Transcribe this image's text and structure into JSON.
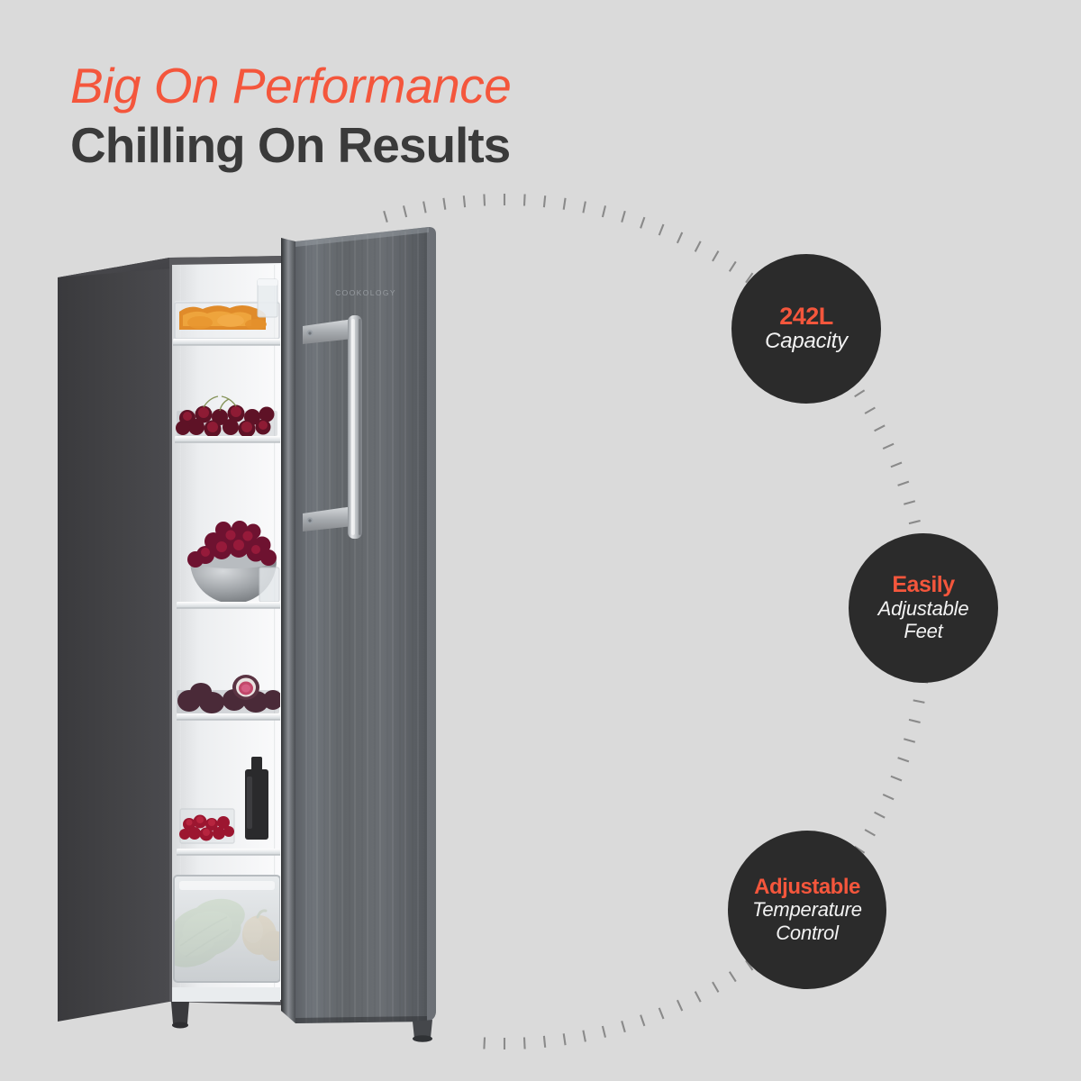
{
  "theme": {
    "background": "#dadada",
    "accent": "#f4563c",
    "headline_dark": "#3a3a3a",
    "badge_fill": "#2b2b2b",
    "badge_text": "#f2f2f2",
    "arc_color": "#8a8a8a"
  },
  "headline": {
    "line1": "Big On Performance",
    "line2": "Chilling On Results"
  },
  "product": {
    "brand_logo": "cookology",
    "type": "tall-larder-fridge",
    "door_finish": "dark-stainless",
    "cabinet_color": "#3c3c3f",
    "interior_color": "#f4f5f6",
    "handle": "vertical-bar-handle",
    "shelves": [
      {
        "name": "shelf-top",
        "contents": "sliced oranges in container, glass jar"
      },
      {
        "name": "shelf-second",
        "contents": "dark cherries in tray"
      },
      {
        "name": "shelf-third",
        "contents": "grapes in steel bowl, glass"
      },
      {
        "name": "shelf-fourth",
        "contents": "figs in tray"
      },
      {
        "name": "shelf-fifth",
        "contents": "raspberries in punnet, bottle"
      },
      {
        "name": "crisper-drawer",
        "contents": "lettuce and peppers"
      }
    ],
    "feet": "adjustable-levelling-feet"
  },
  "badges": [
    {
      "id": "capacity",
      "name": "badge-capacity",
      "head": "242L",
      "sub": "Capacity"
    },
    {
      "id": "feet",
      "name": "badge-adjustable-feet",
      "head": "Easily",
      "sub": "Adjustable\nFeet",
      "sub_line1": "Adjustable",
      "sub_line2": "Feet"
    },
    {
      "id": "temperature",
      "name": "badge-temperature-control",
      "head": "Adjustable",
      "sub_line1": "Temperature",
      "sub_line2": "Control"
    }
  ]
}
